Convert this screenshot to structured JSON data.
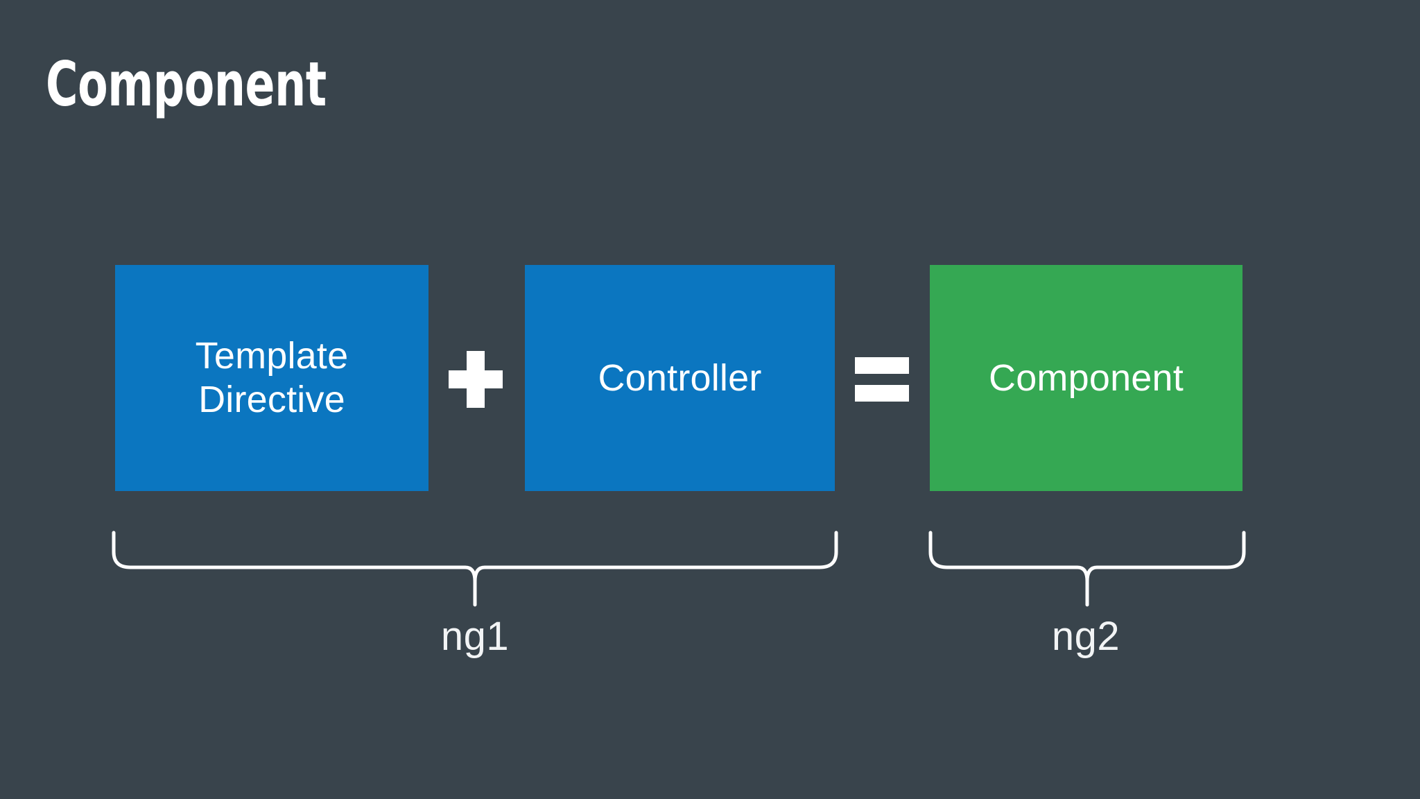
{
  "slide": {
    "title": "Component",
    "background_color": "#39444c",
    "text_color": "#ffffff"
  },
  "diagram": {
    "blocks": [
      {
        "id": "template-directive",
        "line1": "Template",
        "line2": "Directive",
        "color": "#0b76c0"
      },
      {
        "id": "controller",
        "line1": "Controller",
        "color": "#0b76c0"
      },
      {
        "id": "component",
        "line1": "Component",
        "color": "#35a853"
      }
    ],
    "operators": {
      "plus": "+",
      "equals": "="
    },
    "braces": [
      {
        "id": "ng1",
        "label": "ng1",
        "spans": "template-directive,controller"
      },
      {
        "id": "ng2",
        "label": "ng2",
        "spans": "component"
      }
    ],
    "brace_color": "#ffffff"
  }
}
